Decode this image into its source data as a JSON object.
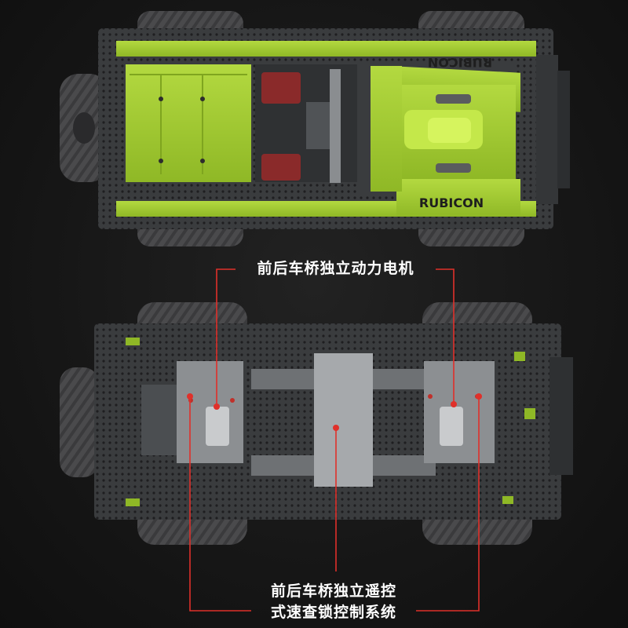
{
  "vehicle_top": {
    "badge_top": "RUBICON",
    "badge_bottom": "RUBICON"
  },
  "callouts": {
    "motors": "前后车桥独立动力电机",
    "lock_line1": "前后车桥独立遥控",
    "lock_line2": "式速查锁控制系统"
  },
  "colors": {
    "background": "#171717",
    "body_green": "#9cc52c",
    "dark_frame": "#3a3c3e",
    "tire": "#4a4a4c",
    "callout_line": "#e0302a",
    "text": "#ffffff"
  }
}
